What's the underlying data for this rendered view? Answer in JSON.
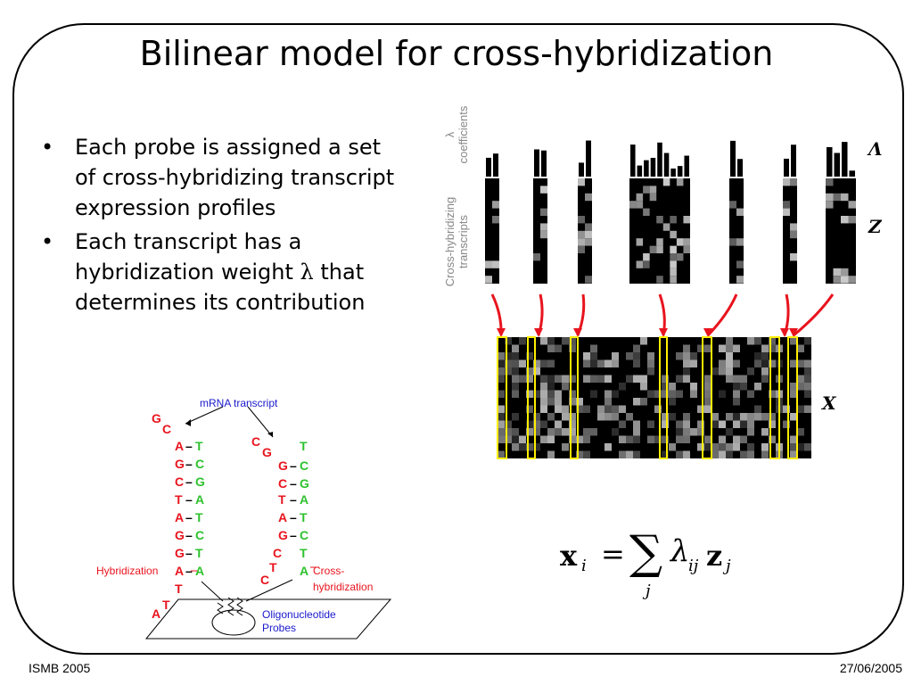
{
  "slide": {
    "title": "Bilinear model for cross-hybridization",
    "bullets": [
      "Each probe is assigned a set of cross-hybridizing transcript expression profiles",
      "Each transcript has a hybridization weight λ that determines its contribution"
    ],
    "bullet2_prefix": "Each transcript has a hybridization weight ",
    "bullet2_symbol": "λ",
    "bullet2_suffix": " that determines its contribution",
    "footer_left": "ISMB 2005",
    "footer_right": "27/06/2005"
  },
  "figure": {
    "lambda_axis_symbol": "λ",
    "lambda_axis_label": "coefficients",
    "transcripts_axis_label_1": "Cross-hybridizing",
    "transcripts_axis_label_2": "transcripts",
    "label_Lambda": "Λ",
    "label_Z": "Z",
    "label_X": "X"
  },
  "formula": {
    "lhs": "x",
    "lhs_sub": "i",
    "eq": "=",
    "sum_sub": "j",
    "lambda": "λ",
    "lambda_sub": "ij",
    "z": "z",
    "z_sub": "j"
  },
  "dna_diagram": {
    "mrna_label": "mRNA transcript",
    "hybridization_label": "Hybridization",
    "cross_label_1": "Cross-",
    "cross_label_2": "hybridization",
    "probes_label_1": "Oligonucleotide",
    "probes_label_2": "Probes",
    "left_strand_red": [
      "G",
      "C",
      "A",
      "G",
      "C",
      "T",
      "A",
      "G",
      "G",
      "A",
      "T",
      "T",
      "A"
    ],
    "left_strand_green": [
      "T",
      "C",
      "G",
      "A",
      "T",
      "C",
      "T",
      "A"
    ],
    "right_strand_red": [
      "C",
      "G",
      "G",
      "C",
      "T",
      "A",
      "G",
      "C",
      "T",
      "C"
    ],
    "right_strand_green": [
      "T",
      "C",
      "G",
      "A",
      "T",
      "C",
      "T",
      "A"
    ]
  },
  "colors": {
    "red": "#e8141e",
    "green": "#2ec22e",
    "blue": "#1a1acc",
    "yellow": "#ffee00",
    "gray_label": "#888888"
  }
}
